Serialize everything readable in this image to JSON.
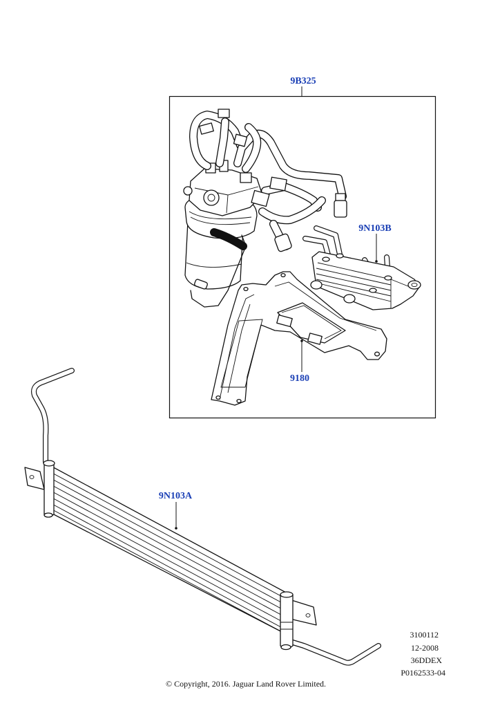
{
  "callouts": {
    "fuel_filter_assembly": "9B325",
    "fuel_cooler_small": "9N103B",
    "bracket": "9180",
    "fuel_cooler_large": "9N103A"
  },
  "reference": {
    "code": "3100112",
    "date": "12-2008",
    "engine": "36DDEX",
    "illustration": "P0162533-04"
  },
  "copyright": "© Copyright, 2016. Jaguar Land Rover Limited.",
  "colors": {
    "callout": "#1a3fb5",
    "line": "#111111"
  }
}
